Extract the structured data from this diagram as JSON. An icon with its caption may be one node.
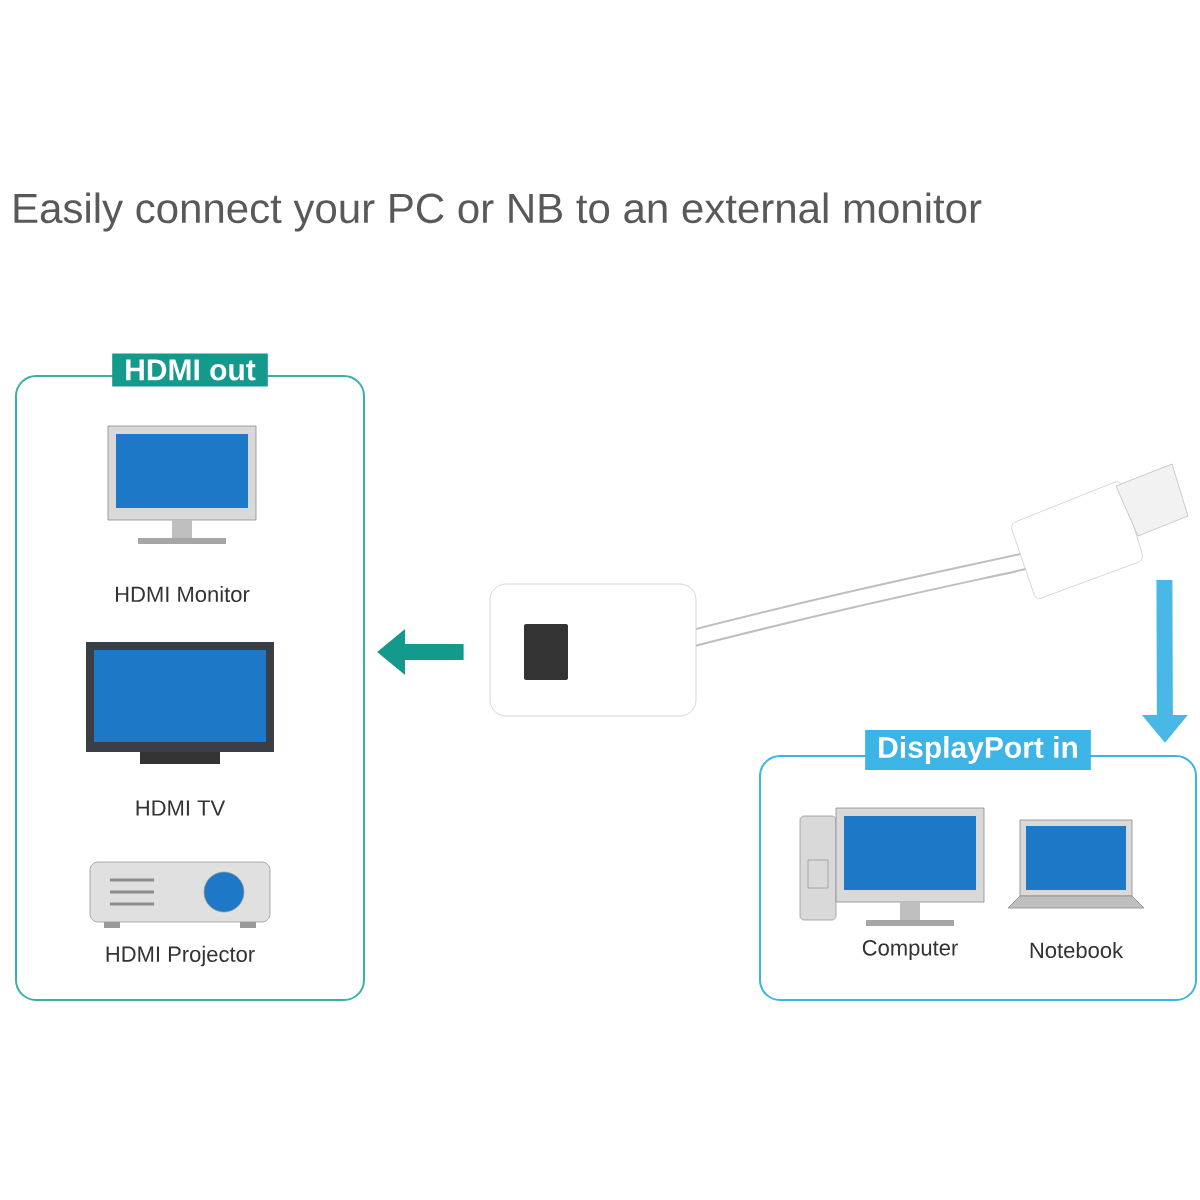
{
  "diagram": {
    "title": "Easily connect your PC or NB to an external monitor",
    "nodes": [
      {
        "text": [
          "HDMI out"
        ]
      },
      {
        "text": [
          "HDMI Monitor"
        ],
        "in": 0
      },
      {
        "text": [
          "HDMI TV"
        ],
        "in": 0
      },
      {
        "text": [
          "HDMI Projector"
        ],
        "in": 0
      },
      {
        "text": [],
        "shape": "picture"
      },
      {
        "text": [
          "DisplayPort in"
        ]
      },
      {
        "text": [
          "Computer"
        ],
        "in": 5
      },
      {
        "text": [
          "Notebook"
        ],
        "in": 5
      }
    ],
    "edges": [
      {
        "from": 4,
        "to": 0,
        "arrow": "to",
        "color": "#139a8c"
      },
      {
        "from": 4,
        "to": 5,
        "arrow": "to",
        "color": "#4ab8e6"
      }
    ]
  }
}
